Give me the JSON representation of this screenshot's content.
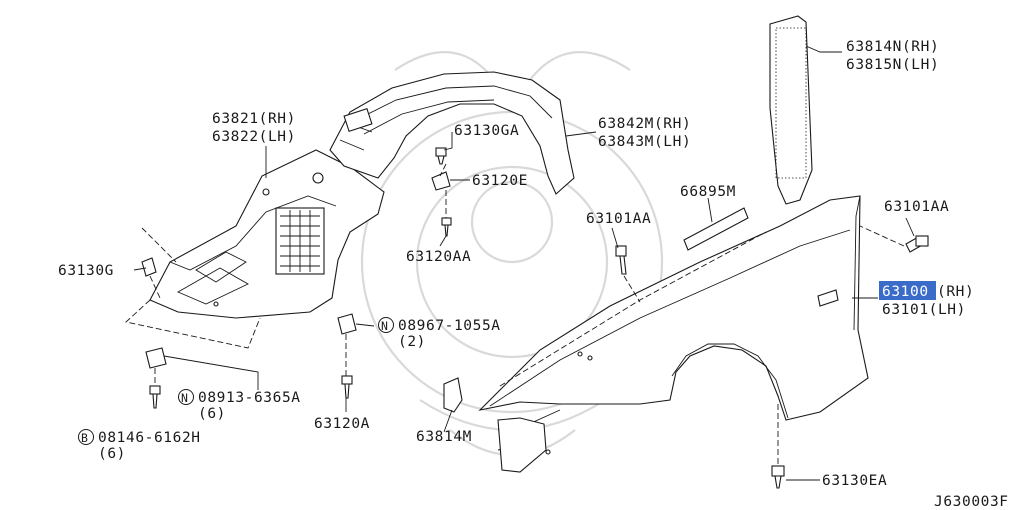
{
  "labels": {
    "p63814n": "63814N(RH)",
    "p63815n": "63815N(LH)",
    "p63821": "63821(RH)",
    "p63822": "63822(LH)",
    "p63130ga": "63130GA",
    "p63842m": "63842M(RH)",
    "p63843m": "63843M(LH)",
    "p63120e": "63120E",
    "p66895m": "66895M",
    "p63101aa_left": "63101AA",
    "p63101aa_right": "63101AA",
    "p63130g": "63130G",
    "p63120aa": "63120AA",
    "p63100_num": "63100",
    "p63100_side": "(RH)",
    "p63101": "63101(LH)",
    "p08967_code": "08967-1055A",
    "p08967_qty": "(2)",
    "p08913_code": "08913-6365A",
    "p08913_qty": "(6)",
    "p08146_code": "08146-6162H",
    "p08146_qty": "(6)",
    "p63120a": "63120A",
    "p63814m": "63814M",
    "p63130ea": "63130EA",
    "diagram_id": "J630003F",
    "badge_n": "N",
    "badge_b": "B"
  },
  "colors": {
    "highlight": "#3b6bc9",
    "line": "#1a1a1a",
    "watermark": "#d9d9d9"
  }
}
